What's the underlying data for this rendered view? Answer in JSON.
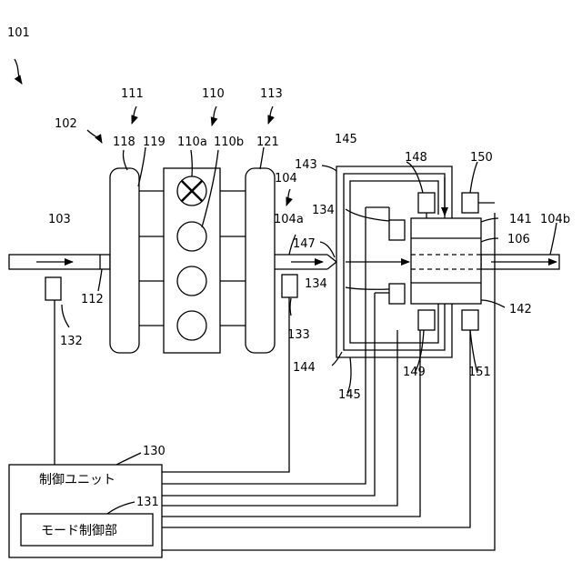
{
  "labels": {
    "n101": "101",
    "n102": "102",
    "n103": "103",
    "n104": "104",
    "n104a": "104a",
    "n104b": "104b",
    "n106": "106",
    "n110": "110",
    "n110a": "110a",
    "n110b": "110b",
    "n111": "111",
    "n112": "112",
    "n113": "113",
    "n118": "118",
    "n119": "119",
    "n121": "121",
    "n130": "130",
    "n131": "131",
    "n132": "132",
    "n133": "133",
    "n134a": "134",
    "n134b": "134",
    "n141": "141",
    "n142": "142",
    "n143": "143",
    "n144": "144",
    "n145a": "145",
    "n145b": "145",
    "n147": "147",
    "n148": "148",
    "n149": "149",
    "n150": "150",
    "n151": "151"
  },
  "control_unit": {
    "title": "制御ユニット",
    "mode_control": "モード制御部"
  }
}
